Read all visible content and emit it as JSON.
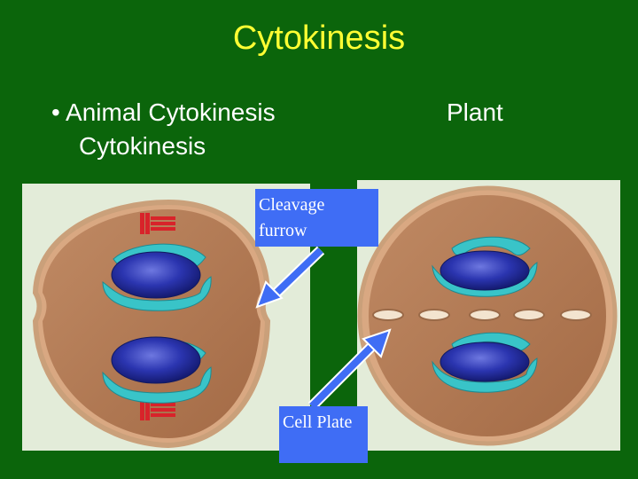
{
  "title": "Cytokinesis",
  "bullet": {
    "marker": "•",
    "line1": "Animal Cytokinesis",
    "line2": "Cytokinesis"
  },
  "plant_label": "Plant",
  "callouts": {
    "cleavage": "Cleavage furrow",
    "cell_plate": "Cell Plate"
  },
  "colors": {
    "background": "#0b650b",
    "title": "#ffff33",
    "callout": "#3f6df5",
    "cell": "#b97f58",
    "nucleus": "#2b35b0",
    "spindle": "#39c4c8"
  }
}
